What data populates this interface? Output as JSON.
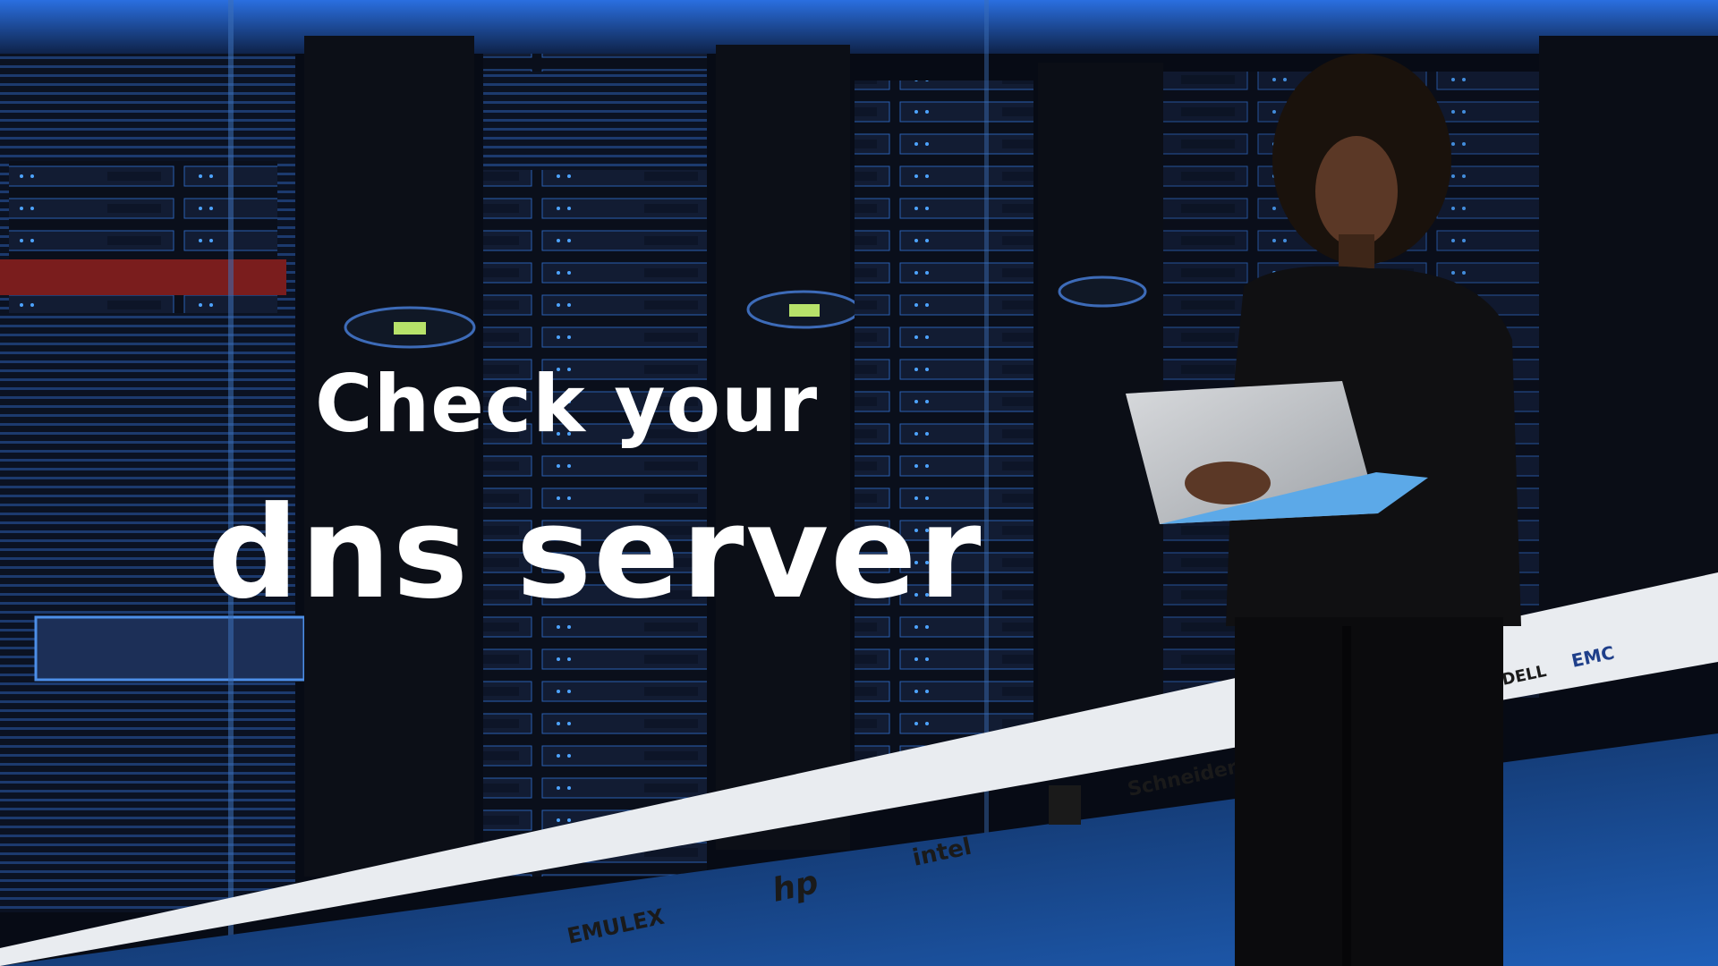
{
  "headline": {
    "line1": "Check your",
    "line2": "dns server"
  },
  "brand_labels": [
    "EMULEX",
    "hp",
    "intel",
    "Schneider",
    "EMC",
    "DELL"
  ],
  "colors": {
    "background": "#05070d",
    "rack_glow": "#2a6fe0",
    "headline_text": "#ffffff",
    "banner": "#e9ecf0",
    "floor": "#1f5fb8"
  }
}
